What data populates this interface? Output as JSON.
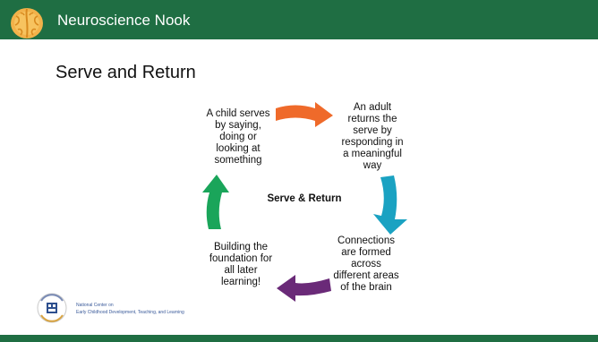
{
  "header": {
    "title": "Neuroscience Nook",
    "icon": "brain-icon",
    "bar_color": "#1f6e43"
  },
  "slide": {
    "title": "Serve and Return"
  },
  "cycle": {
    "center_label": "Serve & Return",
    "nodes": {
      "child_serves": [
        "A child serves",
        "by saying,",
        "doing or",
        "looking at",
        "something"
      ],
      "adult_returns": [
        "An adult",
        "returns the",
        "serve by",
        "responding in",
        "a meaningful",
        "way"
      ],
      "connections": [
        "Connections",
        "are formed",
        "across",
        "different areas",
        "of the brain"
      ],
      "foundation": [
        "Building the",
        "foundation for",
        "all later",
        "learning!"
      ]
    },
    "arrow_colors": {
      "top": "#ef6a2a",
      "right": "#1aa2c2",
      "bottom": "#6a2a78",
      "left": "#1aa55a"
    }
  },
  "logo": {
    "line1": "National Center on",
    "line2": "Early Childhood Development, Teaching, and Learning"
  }
}
